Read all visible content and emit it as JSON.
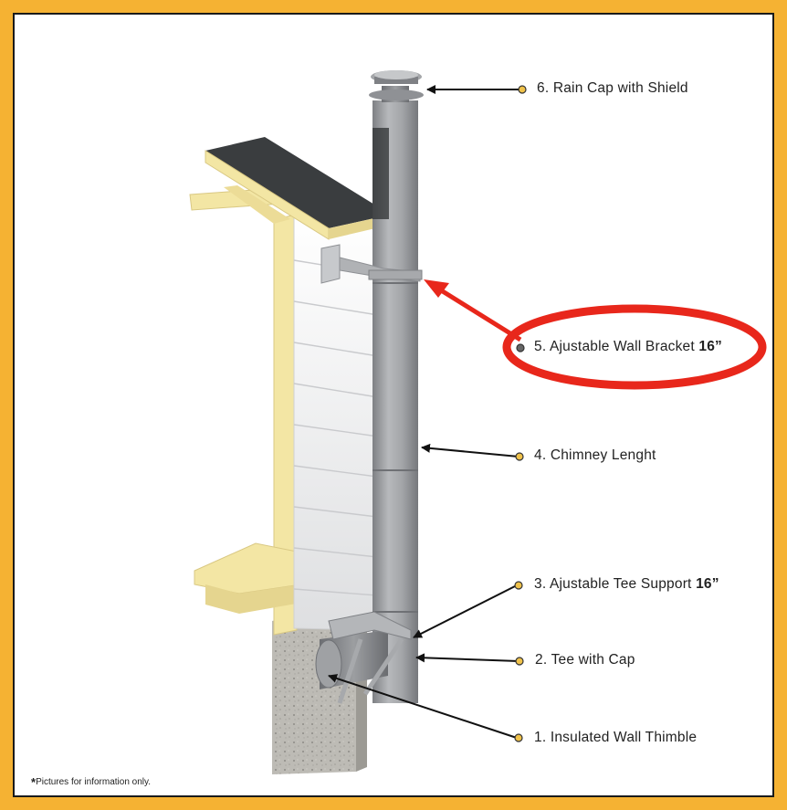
{
  "callouts": [
    {
      "id": "rain-cap",
      "number": "6.",
      "text": "Rain Cap with Shield",
      "size": ""
    },
    {
      "id": "wall-bracket",
      "number": "5.",
      "text": "Ajustable Wall Bracket",
      "size": "16”",
      "highlighted": true
    },
    {
      "id": "chimney-length",
      "number": "4.",
      "text": "Chimney Lenght",
      "size": ""
    },
    {
      "id": "tee-support",
      "number": "3.",
      "text": "Ajustable Tee Support",
      "size": "16”"
    },
    {
      "id": "tee-cap",
      "number": "2.",
      "text": "Tee with Cap",
      "size": ""
    },
    {
      "id": "wall-thimble",
      "number": "1.",
      "text": "Insulated Wall Thimble",
      "size": ""
    }
  ],
  "footnote": {
    "marker": "*",
    "text": "Pictures for information only."
  },
  "colors": {
    "border": "#f5b233",
    "highlight": "#e8271b",
    "pipe": "#9a9ca0",
    "siding": "#f2f2f0",
    "wood": "#f3e6a4",
    "roof": "#3a3d3f",
    "concrete": "#b9b7b1",
    "dot": "#f0c24a"
  }
}
